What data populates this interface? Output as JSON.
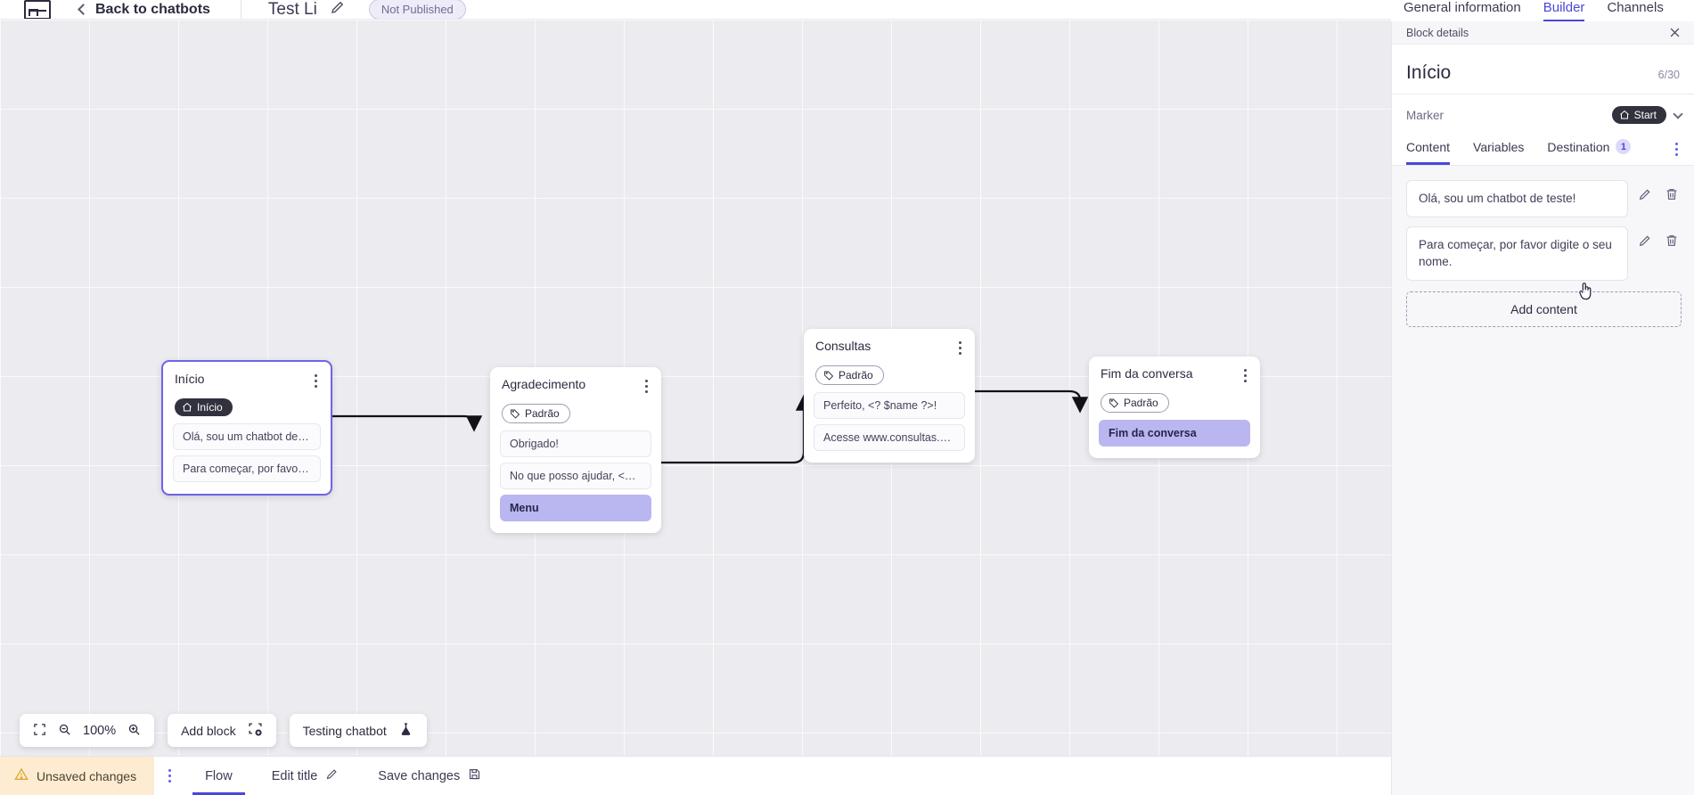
{
  "header": {
    "logo_name": "app-logo",
    "back_label": "Back to chatbots",
    "bot_title": "Test Li",
    "status_badge": "Not Published"
  },
  "top_tabs": [
    {
      "label": "General information",
      "active": false
    },
    {
      "label": "Builder",
      "active": true
    },
    {
      "label": "Channels",
      "active": false
    }
  ],
  "canvas": {
    "zoom_level": "100%",
    "add_block_label": "Add block",
    "testing_label": "Testing chatbot",
    "nodes": [
      {
        "id": "inicio",
        "title": "Início",
        "pill": "Início",
        "pill_type": "start",
        "selected": true,
        "messages": [
          {
            "text": "Olá, sou um chatbot de teste!",
            "highlight": false
          },
          {
            "text": "Para começar, por favor digite o ...",
            "highlight": false
          }
        ]
      },
      {
        "id": "agradecimento",
        "title": "Agradecimento",
        "pill": "Padrão",
        "pill_type": "padrao",
        "selected": false,
        "messages": [
          {
            "text": "Obrigado!",
            "highlight": false
          },
          {
            "text": "No que posso ajudar, <? $name ...",
            "highlight": false
          },
          {
            "text": "Menu",
            "highlight": true
          }
        ]
      },
      {
        "id": "consultas",
        "title": "Consultas",
        "pill": "Padrão",
        "pill_type": "padrao",
        "selected": false,
        "messages": [
          {
            "text": "Perfeito, <? $name ?>!",
            "highlight": false
          },
          {
            "text": "Acesse www.consultas.com par...",
            "highlight": false
          }
        ]
      },
      {
        "id": "fim",
        "title": "Fim da conversa",
        "pill": "Padrão",
        "pill_type": "padrao",
        "selected": false,
        "messages": [
          {
            "text": "Fim da conversa",
            "highlight": true
          }
        ]
      }
    ]
  },
  "bottombar": {
    "unsaved_label": "Unsaved changes",
    "flow_label": "Flow",
    "edit_title_label": "Edit title",
    "save_label": "Save changes"
  },
  "panel": {
    "header_label": "Block details",
    "title": "Início",
    "count": "6/30",
    "marker_label": "Marker",
    "marker_value": "Start",
    "tabs": [
      {
        "label": "Content",
        "active": true,
        "badge": null
      },
      {
        "label": "Variables",
        "active": false,
        "badge": null
      },
      {
        "label": "Destination",
        "active": false,
        "badge": "1"
      }
    ],
    "contents": [
      {
        "text": "Olá, sou um chatbot de teste!"
      },
      {
        "text": "Para começar, por favor digite o seu nome."
      }
    ],
    "add_content_label": "Add content"
  },
  "colors": {
    "accent": "#4a47d5",
    "highlight": "#b9b6f0",
    "warning_bg": "#fdecd2",
    "canvas_bg": "#ececf0",
    "dark_pill": "#32323e"
  }
}
